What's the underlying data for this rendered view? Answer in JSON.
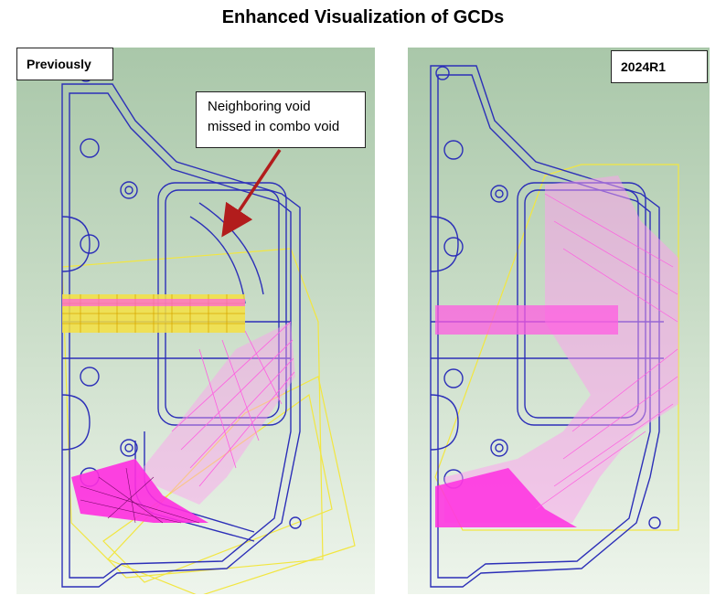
{
  "title": "Enhanced Visualization of GCDs",
  "panels": {
    "left": {
      "label": "Previously"
    },
    "right": {
      "label": "2024R1"
    }
  },
  "callout": {
    "line1": "Neighboring void",
    "line2": "missed in combo void"
  },
  "colors": {
    "outline": "#2c2fb8",
    "void_magenta": "#ff5ce1",
    "void_yellow": "#f5e042",
    "arrow": "#b21c1c"
  }
}
